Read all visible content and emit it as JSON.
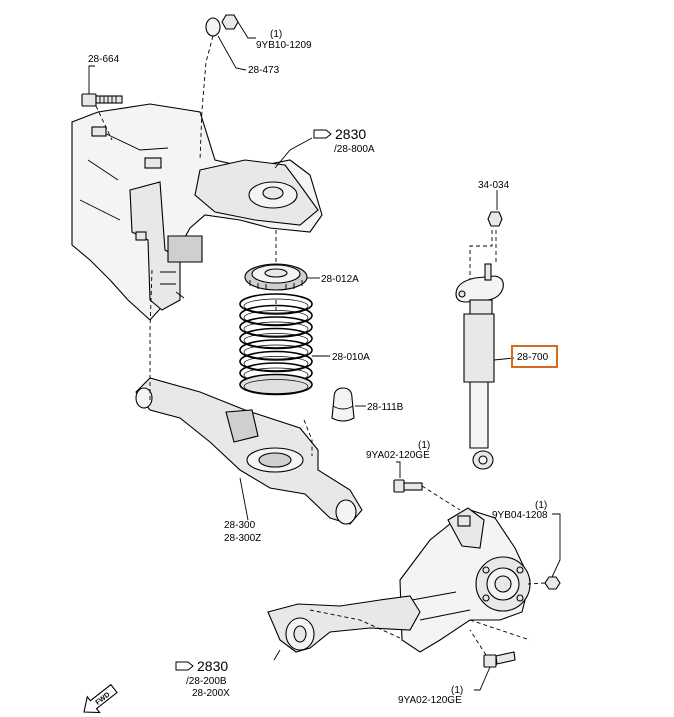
{
  "diagram": {
    "labels": {
      "nut_top": "(1)",
      "nut_top_code": "9YB10-1209",
      "washer": "28-473",
      "bolt_left": "28-664",
      "ref_crossmember_num": "2830",
      "ref_crossmember_sub": "/28-800A",
      "shock_nut": "34-034",
      "spring_seat": "28-012A",
      "coil_spring": "28-010A",
      "shock_absorber": "28-700",
      "bump_stop": "28-111B",
      "bolt_mid_num": "(1)",
      "bolt_mid_code": "9YA02-120GE",
      "lower_arm_a": "28-300",
      "lower_arm_b": "28-300Z",
      "nut_right_num": "(1)",
      "nut_right_code": "9YB04-1208",
      "ref_trailing_num": "2830",
      "ref_trailing_sub_a": "/28-200B",
      "ref_trailing_sub_b": "28-200X",
      "bolt_bottom_num": "(1)",
      "bolt_bottom_code": "9YA02-120GE",
      "fwd": "FWD"
    },
    "highlight_color": "#d9691f",
    "icons": [
      "reference-pointer-icon",
      "forward-arrow-icon"
    ]
  }
}
